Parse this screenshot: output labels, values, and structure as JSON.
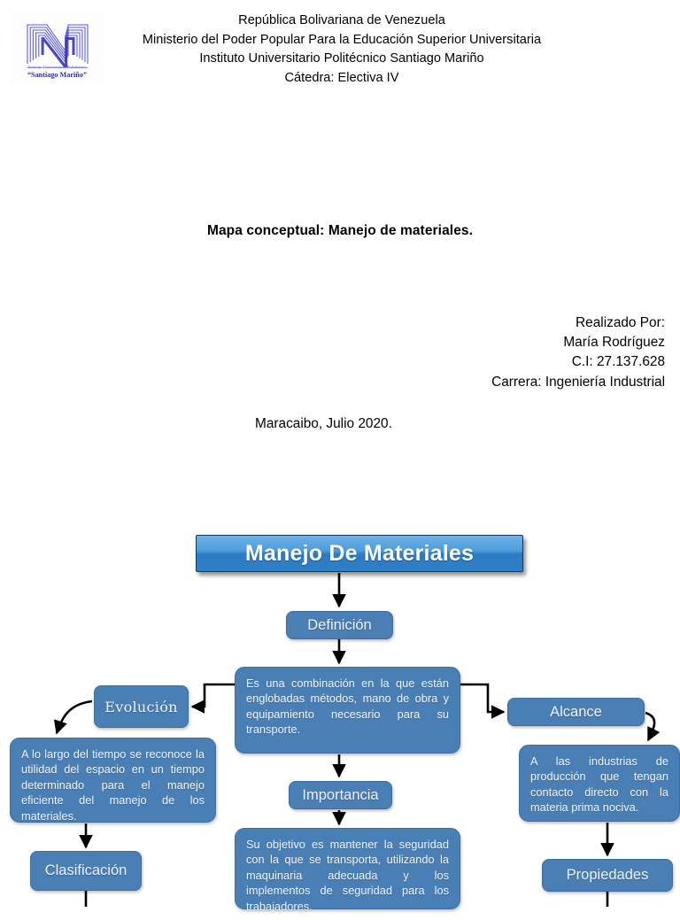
{
  "header": {
    "logo": {
      "caption": "Instituto Universitario Politécnico",
      "name": "“Santiago Mariño”",
      "icon": "santiago-marino-logo"
    },
    "lines": [
      "República Bolivariana de Venezuela",
      "Ministerio del Poder Popular Para la Educación Superior Universitaria",
      "Instituto Universitario Politécnico Santiago Mariño",
      "Cátedra: Electiva IV"
    ]
  },
  "cover": {
    "title": "Mapa conceptual:  Manejo de materiales.",
    "author": [
      "Realizado Por:",
      "María Rodríguez",
      "C.I: 27.137.628",
      "Carrera: Ingeniería Industrial"
    ],
    "place_date": "Maracaibo, Julio 2020."
  },
  "map": {
    "banner": "Manejo De Materiales",
    "nodes": {
      "definicion": "Definición",
      "central": "Es una combinación en la que están englobadas métodos, mano de obra y equipamiento necesario para su transporte.",
      "evolucion": "Evolución",
      "evolucion_text": "A lo largo del tiempo se reconoce la utilidad del espacio en un tiempo determinado para el manejo eficiente del manejo de los materiales.",
      "clasificacion": "Clasificación",
      "alcance": "Alcance",
      "alcance_text": "A las industrias de producción que tengan contacto directo con la materia prima nociva.",
      "propiedades": "Propiedades",
      "importancia": "Importancia",
      "importancia_text": "Su objetivo es mantener la seguridad con la que se transporta, utilizando la maquinaria adecuada y los implementos de seguridad para los trabajadores."
    }
  },
  "colors": {
    "node_fill": "#4a7fb5",
    "node_border": "#3f6e9e",
    "banner_top": "#6fb2e6",
    "banner_bottom": "#2f7fc6",
    "banner_border": "#15365e",
    "connector": "#000000",
    "logo_blue": "#4c4cc8",
    "text": "#000000"
  }
}
